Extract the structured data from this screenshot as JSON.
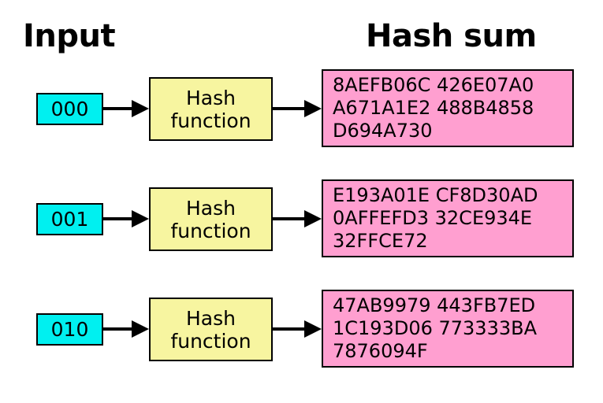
{
  "headings": {
    "input": "Input",
    "hash_sum": "Hash sum"
  },
  "colors": {
    "input_box_fill": "#00f0f0",
    "hash_function_fill": "#f7f5a0",
    "hash_sum_fill": "#ff9fd0",
    "stroke": "#000000",
    "background": "#ffffff",
    "text": "#000000"
  },
  "hash_function_label": "Hash\nfunction",
  "rows": [
    {
      "input": "000",
      "hash_function": "Hash\nfunction",
      "hash_sum": "8AEFB06C 426E07A0\nA671A1E2 488B4858\nD694A730",
      "hash_sum_lines": [
        "8AEFB06C 426E07A0",
        "A671A1E2 488B4858",
        "D694A730"
      ]
    },
    {
      "input": "001",
      "hash_function": "Hash\nfunction",
      "hash_sum": "E193A01E CF8D30AD\n0AFFEFD3 32CE934E\n32FFCE72",
      "hash_sum_lines": [
        "E193A01E CF8D30AD",
        "0AFFEFD3 32CE934E",
        "32FFCE72"
      ]
    },
    {
      "input": "010",
      "hash_function": "Hash\nfunction",
      "hash_sum": "47AB9979 443FB7ED\n1C193D06 773333BA\n7876094F",
      "hash_sum_lines": [
        "47AB9979 443FB7ED",
        "1C193D06 773333BA",
        "7876094F"
      ]
    }
  ]
}
